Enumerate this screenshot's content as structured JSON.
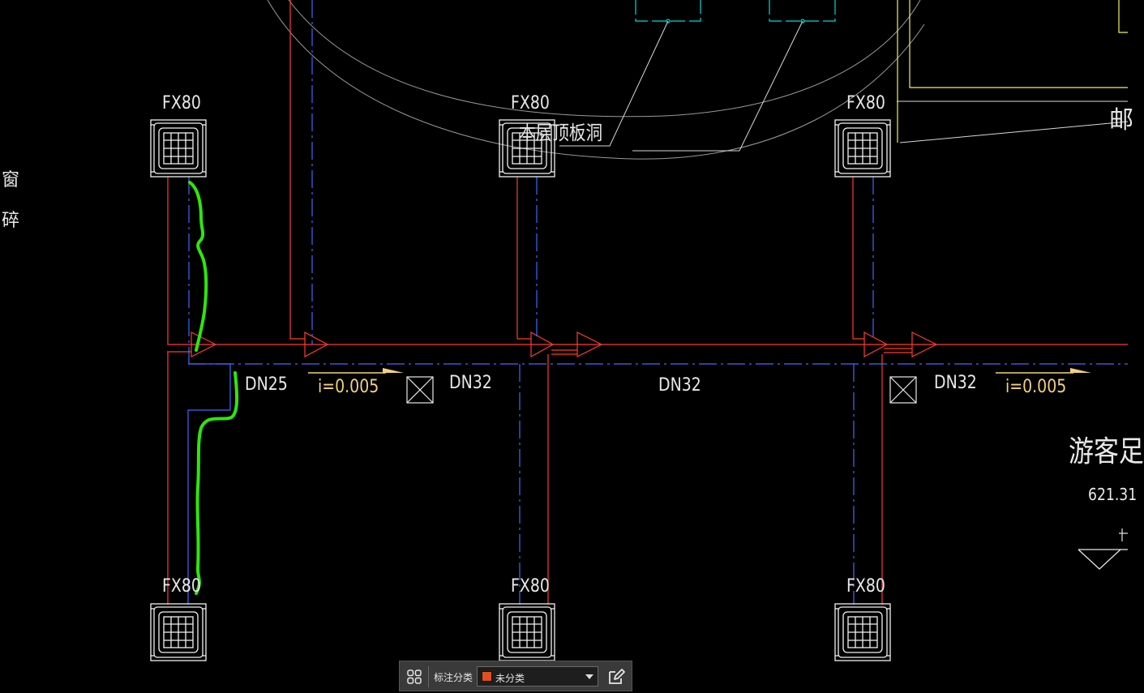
{
  "colors": {
    "background": "#000000",
    "supply_pipe": "#ff3b2f",
    "return_pipe": "#3c6bff",
    "condensate_pipe": "#3c6bff",
    "markup_stroke": "#2ee60a",
    "slope_arrow": "#f4d27a",
    "yellow_wall": "#f2f25a",
    "cyan_outline": "#00d8d8",
    "unit_white": "#f2f2f2",
    "annotation_swatch": "#e0501e"
  },
  "units": {
    "top_left": "FX80",
    "top_middle": "FX80",
    "top_right": "FX80",
    "bottom_left": "FX80",
    "bottom_middle": "FX80",
    "bottom_right": "FX80"
  },
  "pipe_labels": {
    "dn25": "DN25",
    "dn32_left": "DN32",
    "dn32_middle": "DN32",
    "dn32_right": "DN32"
  },
  "slope_labels": {
    "left": "i=0.005",
    "right": "i=0.005"
  },
  "annotation_text": "本层顶板洞",
  "room": {
    "name": "游客足",
    "area": "621.31"
  },
  "side_text": {
    "char1": "窗",
    "char2": "碎",
    "right_char": "邮"
  },
  "annotation_toolbar": {
    "grid_icon": "four-squares-icon",
    "category_label": "标注分类",
    "category_value": "未分类",
    "edit_icon": "edit-note-icon"
  }
}
